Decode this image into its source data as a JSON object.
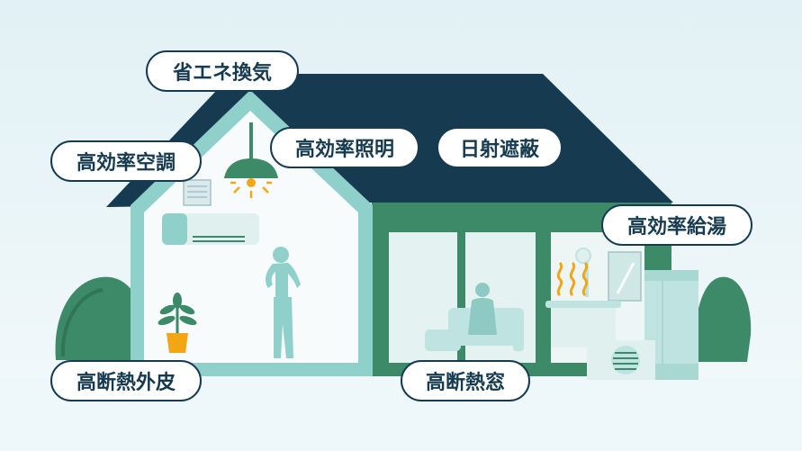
{
  "labels": {
    "ventilation": "省エネ換気",
    "air_conditioning": "高効率空調",
    "lighting": "高効率照明",
    "shading": "日射遮蔽",
    "water_heating": "高効率給湯",
    "wall_insulation": "高断熱外皮",
    "window_insulation": "高断熱窓"
  },
  "colors": {
    "background_top": "#e2f1f5",
    "background_bottom": "#f3f9fb",
    "roof": "#163a4f",
    "wall_frame": "#8fd0cb",
    "extension_frame": "#3d8a68",
    "interior": "#f7fbfb",
    "accent": "#f2a614"
  },
  "icons": [
    "ventilation-icon",
    "lamp-icon",
    "air-conditioner-icon",
    "person-icon",
    "potted-plant-icon",
    "sofa-icon",
    "shower-icon",
    "steam-icon",
    "water-heater-icon",
    "outdoor-unit-icon",
    "bush-icon"
  ]
}
